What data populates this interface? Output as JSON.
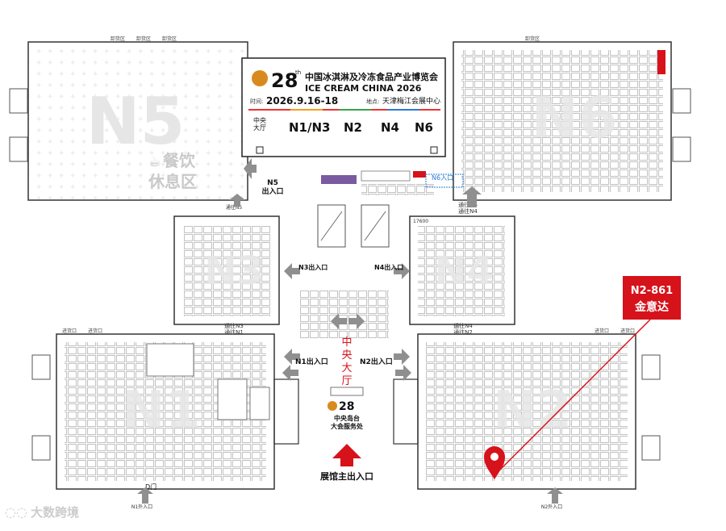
{
  "banner": {
    "edition": "28",
    "edition_suffix": "th",
    "title_cn": "中国冰淇淋及冷冻食品产业博览会",
    "title_en": "ICE CREAM CHINA 2026",
    "time_label": "时间:",
    "date": "2026.9.16-18",
    "venue_label": "地点:",
    "venue": "天津梅江会展中心",
    "hall_central": "中央\n大厅",
    "hall_n1n3": "N1/N3",
    "hall_n2": "N2",
    "hall_n4": "N4",
    "hall_n6": "N6"
  },
  "halls": {
    "n5": "N5",
    "n6": "N6",
    "n3": "N3",
    "n4": "N4",
    "n1": "N1",
    "n2": "N2"
  },
  "zones": {
    "dining_1": "餐饮",
    "dining_2": "休息区",
    "central_1": "中",
    "central_2": "央",
    "central_3": "大",
    "central_4": "厅",
    "service_1": "中央岛台",
    "service_2": "大会服务处",
    "main_entrance": "展馆主出入口"
  },
  "entrances": {
    "n5": "N5\n出入口",
    "n6": "N6入口",
    "n3": "N3出入口",
    "n4": "N4出入口",
    "n1": "N1出入口",
    "n2": "N2出入口",
    "n1_south": "N1外入口",
    "n2_south": "N2外入口"
  },
  "directions": {
    "to_n5": "通往N5",
    "to_n6_n4": "通往N6\n通往N4",
    "to_n3_n1": "通往N3\n通往N1",
    "to_n4_n2": "通往N4\n通往N2"
  },
  "labels": {
    "n5_top_1": "卸货区",
    "n5_top_2": "卸货区",
    "n5_top_3": "卸货区",
    "n6_top": "卸货区",
    "n1_top_1": "进货口",
    "n1_top_2": "进货口",
    "n2_top_1": "进货口",
    "n2_top_2": "进货口",
    "n1_door": "D门",
    "n4_code": "17600"
  },
  "callout": {
    "booth": "N2-861",
    "company": "金意达"
  },
  "watermark": "大数跨境",
  "colors": {
    "callout_red": "#d6121b",
    "hall_letter": "#e6e6e6",
    "wall": "#333333",
    "arrow_gray": "#8f8f8f",
    "purple_block": "#7a5aa0"
  }
}
